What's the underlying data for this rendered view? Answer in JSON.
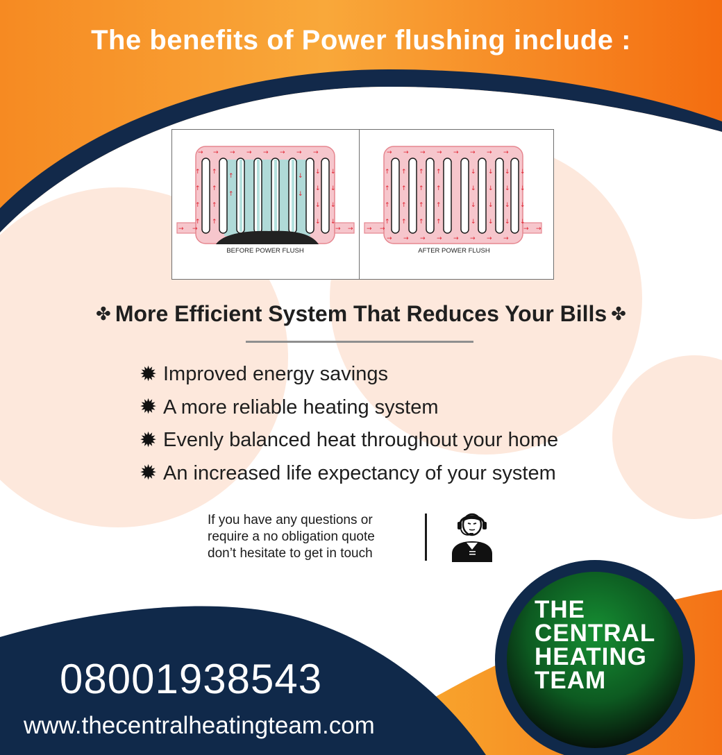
{
  "title": "The benefits of Power flushing include :",
  "diagram": {
    "before_caption": "BEFORE POWER FLUSH",
    "after_caption": "AFTER POWER FLUSH"
  },
  "headline": {
    "text": "More Efficient System That Reduces Your Bills",
    "decoration": "✤"
  },
  "benefits": [
    "Improved energy savings",
    "A more reliable heating system",
    "Evenly balanced heat throughout your home",
    "An increased life expectancy of your system"
  ],
  "bullet_glyph": "✹",
  "contact": {
    "lines": [
      "If you have any questions or",
      "require a no obligation quote",
      "don’t hesitate to get in touch"
    ],
    "icon": "customer-support-agent-icon"
  },
  "phone": "08001938543",
  "website": "www.thecentralheatingteam.com",
  "logo": {
    "lines": [
      "THE",
      "CENTRAL",
      "HEATING",
      "TEAM"
    ]
  },
  "colors": {
    "orange": "#f47a1f",
    "light_orange": "#f9a43a",
    "navy": "#10294a",
    "peach": "#fde6d8",
    "green": "#0f7a2c",
    "radiator_pink": "#f6c6cc",
    "arrow_red": "#e0202e",
    "sludge_teal": "#a8dcd9"
  }
}
